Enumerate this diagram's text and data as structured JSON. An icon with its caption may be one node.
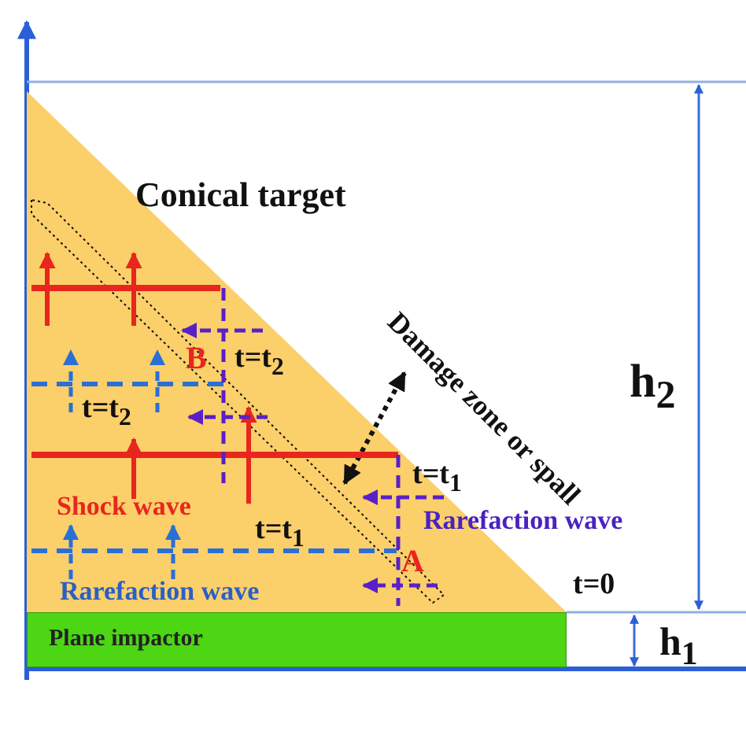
{
  "diagram": {
    "nodes": [
      {
        "text": [
          "Conical target"
        ]
      },
      {
        "text": [
          "Plane impactor"
        ]
      }
    ],
    "labels": [
      "Damage zone or spall",
      "B",
      "t=t$_{2}$",
      "t=t$_{2}$",
      "t=t$_{1}$",
      "Shock wave",
      "Rarefaction wave",
      "t=t$_{1}$",
      "A",
      "Rarefaction wave",
      "t=0",
      "h$_{2}$",
      "h$_{1}$"
    ]
  }
}
